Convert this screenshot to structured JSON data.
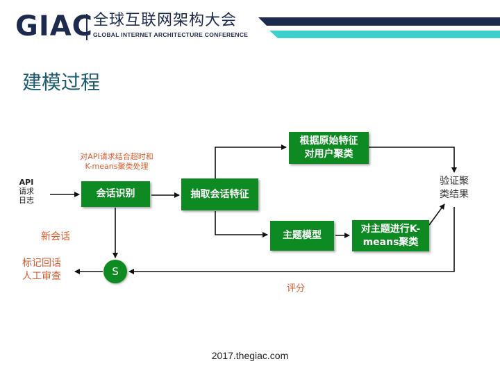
{
  "header": {
    "logo": "GIAC",
    "name_cn": "全球互联网架构大会",
    "name_en": "GLOBAL INTERNET ARCHITECTURE CONFERENCE",
    "colors": {
      "navy": "#1d2a4f",
      "teal": "#3ecfcf"
    }
  },
  "slide": {
    "title": "建模过程"
  },
  "diagram": {
    "input_label": [
      "API",
      "请求",
      "日志"
    ],
    "note_label": [
      "对API请求结合超时和",
      "K-means聚类处理"
    ],
    "nodes": {
      "session_identify": "会话识别",
      "extract_features": "抽取会话特征",
      "cluster_original": [
        "根据原始特征",
        "对用户聚类"
      ],
      "topic_model": "主题模型",
      "cluster_topic": [
        "对主题进行K-",
        "means聚类"
      ],
      "verify": [
        "验证聚",
        "类结果"
      ],
      "s_node": "S"
    },
    "labels": {
      "new_session": "新会话",
      "mark_review": [
        "标记回话",
        "人工审查"
      ],
      "score": "评分"
    },
    "colors": {
      "box": "#0e8a22",
      "accent_text": "#e0582a"
    }
  },
  "footer": {
    "url": "2017.thegiac.com"
  }
}
